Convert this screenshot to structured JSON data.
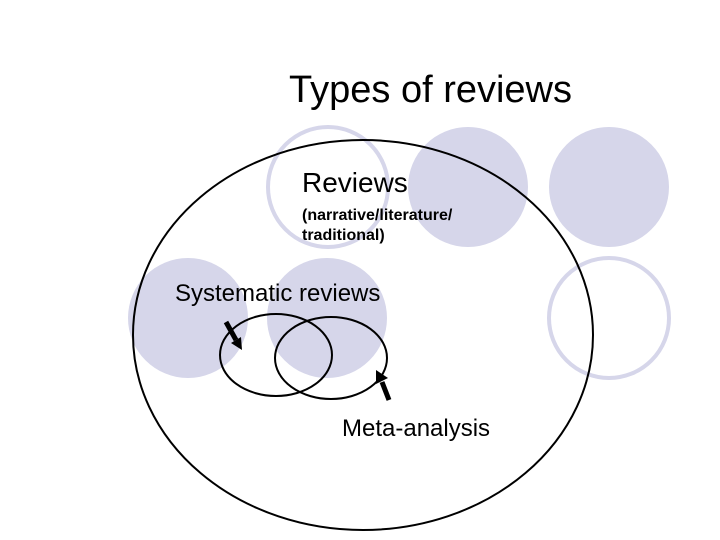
{
  "title": "Types of reviews",
  "diagram": {
    "outer_label": "Reviews",
    "outer_sublabel_line1": "(narrative/literature/",
    "outer_sublabel_line2": "traditional)",
    "systematic_label": "Systematic reviews",
    "meta_label": "Meta-analysis"
  },
  "colors": {
    "background": "#ffffff",
    "decor_fill": "#d6d6ea",
    "decor_outline": "#d6d6ea",
    "ink": "#000000"
  }
}
